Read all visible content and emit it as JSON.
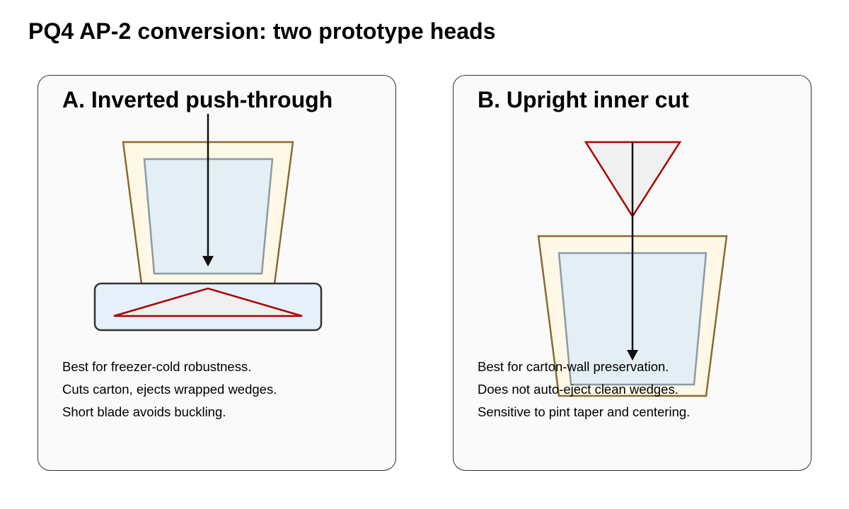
{
  "page": {
    "title": "PQ4 AP-2 conversion: two prototype heads"
  },
  "panels": [
    {
      "id": "a",
      "title": "A. Inverted push-through",
      "notes": [
        "Best for freezer-cold robustness.",
        "Cuts carton, ejects wrapped wedges.",
        "Short blade avoids buckling."
      ]
    },
    {
      "id": "b",
      "title": "B. Upright inner cut",
      "notes": [
        "Best for carton-wall preservation.",
        "Does not auto-eject clean wedges.",
        "Sensitive to pint taper and centering."
      ]
    }
  ],
  "colors": {
    "carton_fill": "#fff8e6",
    "carton_stroke": "#8a6a30",
    "contents_fill": "#e3eef5",
    "contents_stroke": "#8a9aa8",
    "blade_fill": "#f0f0f0",
    "blade_stroke": "#aa0000",
    "base_fill": "#e6f0fa",
    "base_stroke": "#333333",
    "arrow": "#111111",
    "panel_fill": "#fafafa",
    "panel_stroke": "#333333"
  },
  "icons": {
    "push_direction": "arrow-down-icon"
  }
}
